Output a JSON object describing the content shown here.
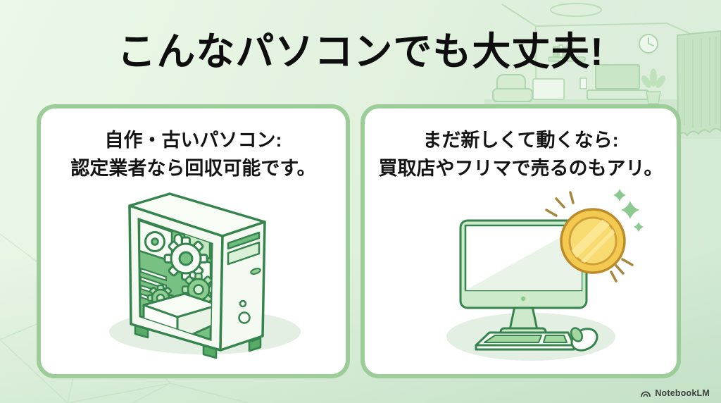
{
  "slide": {
    "title": "こんなパソコンでも大丈夫!"
  },
  "cards": {
    "left": {
      "line1": "自作・古いパソコン:",
      "line2": "認定業者なら回収可能です。",
      "illustration": "pc-tower-with-gears"
    },
    "right": {
      "line1": "まだ新しくて動くなら:",
      "line2": "買取店やフリマで売るのもアリ。",
      "illustration": "desktop-monitor-with-gold-coin"
    }
  },
  "watermark": {
    "label": "NotebookLM",
    "icon": "notebooklm-logo"
  },
  "colors": {
    "title_text": "#0e0e0e",
    "card_border": "#9ccd99",
    "outline_green": "#35834d",
    "interior_green": "#79c083",
    "light_green_fill": "#cdeacb",
    "coin_gold": "#f3ca4f",
    "coin_rim": "#bb8a2b",
    "sparkle_green": "#8bc98f",
    "background_top": "#ecf8e8",
    "background_bottom": "#d0e8d2"
  },
  "background": {
    "scene": "living-room-line-art",
    "elements": [
      "ceiling-light",
      "wall-clock",
      "shelf-with-books",
      "tv-on-stand",
      "sofa",
      "potted-plant",
      "curtain",
      "floor",
      "low-poly-mesh"
    ]
  }
}
